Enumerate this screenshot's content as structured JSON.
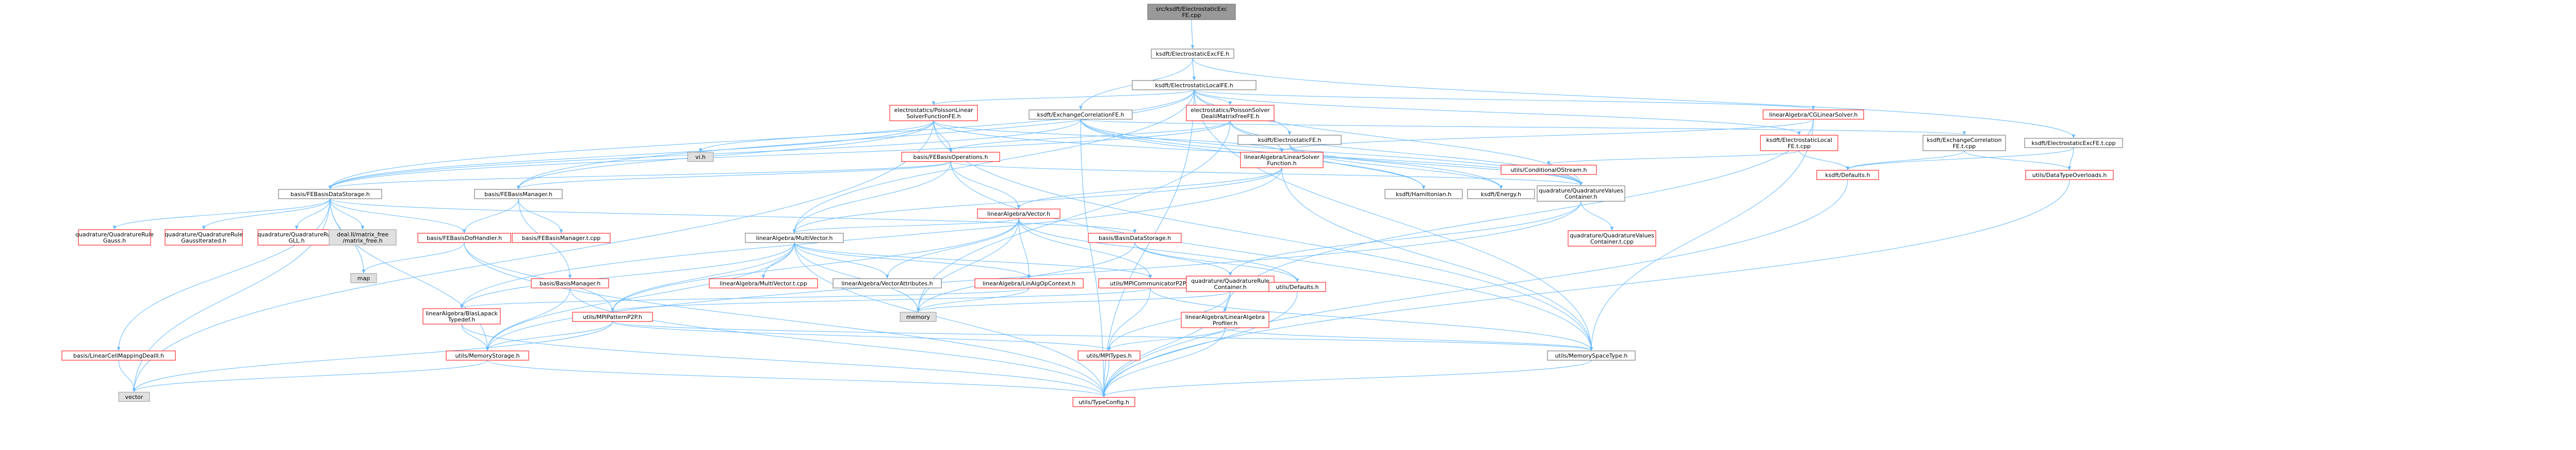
{
  "diagram": {
    "type": "include-dependency-graph",
    "colors": {
      "background": "#ffffff",
      "edge": "#63b8ff",
      "root_fill": "#999999",
      "root_stroke": "#666666",
      "normal_fill": "#ffffff",
      "normal_stroke": "#666666",
      "red_stroke": "#ff0000",
      "gray_fill": "#e0e0e0",
      "gray_stroke": "#999999",
      "text": "#000000"
    },
    "nodes": [
      {
        "id": "root",
        "lines": [
          "src/ksdft/ElectrostaticExc",
          "FE.cpp"
        ],
        "style": "root"
      },
      {
        "id": "excfe_h",
        "lines": [
          "ksdft/ElectrostaticExcFE.h"
        ],
        "style": "normal"
      },
      {
        "id": "localfe_h",
        "lines": [
          "ksdft/ElectrostaticLocalFE.h"
        ],
        "style": "normal"
      },
      {
        "id": "cglinear",
        "lines": [
          "linearAlgebra/CGLinearSolver.h"
        ],
        "style": "red"
      },
      {
        "id": "poissonlinear",
        "lines": [
          "electrostatics/PoissonLinear",
          "SolverFunctionFE.h"
        ],
        "style": "red"
      },
      {
        "id": "xcfe_h",
        "lines": [
          "ksdft/ExchangeCorrelationFE.h"
        ],
        "style": "normal"
      },
      {
        "id": "poissondealii",
        "lines": [
          "electrostatics/PoissonSolver",
          "DealiiMatrixFreeFE.h"
        ],
        "style": "red"
      },
      {
        "id": "localfe_tcpp",
        "lines": [
          "ksdft/ElectrostaticLocal",
          "FE.t.cpp"
        ],
        "style": "red"
      },
      {
        "id": "xcfe_tcpp",
        "lines": [
          "ksdft/ExchangeCorrelation",
          "FE.t.cpp"
        ],
        "style": "normal"
      },
      {
        "id": "excfe_tcpp",
        "lines": [
          "ksdft/ElectrostaticExcFE.t.cpp"
        ],
        "style": "normal"
      },
      {
        "id": "vi_h",
        "lines": [
          "vi.h"
        ],
        "style": "gray"
      },
      {
        "id": "febasisops",
        "lines": [
          "basis/FEBasisOperations.h"
        ],
        "style": "red"
      },
      {
        "id": "linearsolverfn",
        "lines": [
          "linearAlgebra/LinearSolver",
          "Function.h"
        ],
        "style": "red"
      },
      {
        "id": "electrostaticsfe",
        "lines": [
          "ksdft/ElectrostaticFE.h"
        ],
        "style": "normal"
      },
      {
        "id": "condostream",
        "lines": [
          "utils/ConditionalOStream.h"
        ],
        "style": "red"
      },
      {
        "id": "ksdft_defaults",
        "lines": [
          "ksdft/Defaults.h"
        ],
        "style": "red"
      },
      {
        "id": "datatypeoverloads",
        "lines": [
          "utils/DataTypeOverloads.h"
        ],
        "style": "red"
      },
      {
        "id": "febasisdatastorage",
        "lines": [
          "basis/FEBasisDataStorage.h"
        ],
        "style": "normal"
      },
      {
        "id": "febasismanager",
        "lines": [
          "basis/FEBasisManager.h"
        ],
        "style": "normal"
      },
      {
        "id": "hamiltonian",
        "lines": [
          "ksdft/Hamiltonian.h"
        ],
        "style": "normal"
      },
      {
        "id": "energy",
        "lines": [
          "ksdft/Energy.h"
        ],
        "style": "normal"
      },
      {
        "id": "quadvalues",
        "lines": [
          "quadrature/QuadratureValues",
          "Container.h"
        ],
        "style": "normal"
      },
      {
        "id": "la_vector",
        "lines": [
          "linearAlgebra/Vector.h"
        ],
        "style": "red"
      },
      {
        "id": "qr_gauss",
        "lines": [
          "quadrature/QuadratureRule",
          "Gauss.h"
        ],
        "style": "red"
      },
      {
        "id": "qr_gaussiterated",
        "lines": [
          "quadrature/QuadratureRule",
          "GaussIterated.h"
        ],
        "style": "red"
      },
      {
        "id": "qr_gll",
        "lines": [
          "quadrature/QuadratureRule",
          "GLL.h"
        ],
        "style": "red"
      },
      {
        "id": "dealii_mf",
        "lines": [
          "deal.II/matrix_free",
          "/matrix_free.h"
        ],
        "style": "gray"
      },
      {
        "id": "febasisdofhandler",
        "lines": [
          "basis/FEBasisDofHandler.h"
        ],
        "style": "red"
      },
      {
        "id": "febasismanager_tcpp",
        "lines": [
          "basis/FEBasisManager.t.cpp"
        ],
        "style": "red"
      },
      {
        "id": "la_multivector",
        "lines": [
          "linearAlgebra/MultiVector.h"
        ],
        "style": "normal"
      },
      {
        "id": "basisdatastorage",
        "lines": [
          "basis/BasisDataStorage.h"
        ],
        "style": "red"
      },
      {
        "id": "quadvalues_tcpp",
        "lines": [
          "quadrature/QuadratureValues",
          "Container.t.cpp"
        ],
        "style": "red"
      },
      {
        "id": "map",
        "lines": [
          "map"
        ],
        "style": "gray"
      },
      {
        "id": "basismanager",
        "lines": [
          "basis/BasisManager.h"
        ],
        "style": "red"
      },
      {
        "id": "la_multivector_tcpp",
        "lines": [
          "linearAlgebra/MultiVector.t.cpp"
        ],
        "style": "red"
      },
      {
        "id": "la_vectorattrs",
        "lines": [
          "linearAlgebra/VectorAttributes.h"
        ],
        "style": "normal"
      },
      {
        "id": "la_linalgopcontext",
        "lines": [
          "linearAlgebra/LinAlgOpContext.h"
        ],
        "style": "red"
      },
      {
        "id": "mpicommp2p",
        "lines": [
          "utils/MPICommunicatorP2P.h"
        ],
        "style": "red"
      },
      {
        "id": "qr_container",
        "lines": [
          "quadrature/QuadratureRule",
          "Container.h"
        ],
        "style": "red"
      },
      {
        "id": "utils_defaults",
        "lines": [
          "utils/Defaults.h"
        ],
        "style": "red"
      },
      {
        "id": "blaslapack",
        "lines": [
          "linearAlgebra/BlasLapack",
          "Typedef.h"
        ],
        "style": "red"
      },
      {
        "id": "mpipattern",
        "lines": [
          "utils/MPIPatternP2P.h"
        ],
        "style": "red"
      },
      {
        "id": "memory",
        "lines": [
          "memory"
        ],
        "style": "gray"
      },
      {
        "id": "la_profiler",
        "lines": [
          "linearAlgebra/LinearAlgebra",
          "Profiler.h"
        ],
        "style": "red"
      },
      {
        "id": "linearcellmapping",
        "lines": [
          "basis/LinearCellMappingDealII.h"
        ],
        "style": "red"
      },
      {
        "id": "memorystorage",
        "lines": [
          "utils/MemoryStorage.h"
        ],
        "style": "red"
      },
      {
        "id": "mpitypes",
        "lines": [
          "utils/MPITypes.h"
        ],
        "style": "red"
      },
      {
        "id": "memoryspacetype",
        "lines": [
          "utils/MemorySpaceType.h"
        ],
        "style": "normal"
      },
      {
        "id": "vector",
        "lines": [
          "vector"
        ],
        "style": "gray"
      },
      {
        "id": "typeconfig",
        "lines": [
          "utils/TypeConfig.h"
        ],
        "style": "red"
      }
    ],
    "edges": [
      [
        "root",
        "excfe_h"
      ],
      [
        "excfe_h",
        "localfe_h"
      ],
      [
        "excfe_h",
        "xcfe_h"
      ],
      [
        "excfe_h",
        "excfe_tcpp"
      ],
      [
        "localfe_h",
        "cglinear"
      ],
      [
        "localfe_h",
        "poissonlinear"
      ],
      [
        "localfe_h",
        "poissondealii"
      ],
      [
        "localfe_h",
        "localfe_tcpp"
      ],
      [
        "localfe_h",
        "electrostaticsfe"
      ],
      [
        "localfe_h",
        "febasisdatastorage"
      ],
      [
        "localfe_h",
        "febasismanager"
      ],
      [
        "localfe_h",
        "quadvalues"
      ],
      [
        "localfe_h",
        "memoryspacetype"
      ],
      [
        "localfe_h",
        "typeconfig"
      ],
      [
        "localfe_h",
        "la_multivector"
      ],
      [
        "cglinear",
        "linearsolverfn"
      ],
      [
        "cglinear",
        "la_profiler"
      ],
      [
        "cglinear",
        "memoryspacetype"
      ],
      [
        "poissonlinear",
        "vi_h"
      ],
      [
        "poissonlinear",
        "febasisops"
      ],
      [
        "poissonlinear",
        "linearsolverfn"
      ],
      [
        "poissonlinear",
        "febasisdatastorage"
      ],
      [
        "poissonlinear",
        "febasismanager"
      ],
      [
        "poissonlinear",
        "quadvalues"
      ],
      [
        "poissonlinear",
        "memoryspacetype"
      ],
      [
        "poissonlinear",
        "vector"
      ],
      [
        "xcfe_h",
        "xcfe_tcpp"
      ],
      [
        "xcfe_h",
        "febasisdatastorage"
      ],
      [
        "xcfe_h",
        "hamiltonian"
      ],
      [
        "xcfe_h",
        "energy"
      ],
      [
        "xcfe_h",
        "quadvalues"
      ],
      [
        "xcfe_h",
        "typeconfig"
      ],
      [
        "poissondealii",
        "febasisops"
      ],
      [
        "poissondealii",
        "linearsolverfn"
      ],
      [
        "poissondealii",
        "memory"
      ],
      [
        "poissondealii",
        "febasisdatastorage"
      ],
      [
        "poissondealii",
        "quadvalues"
      ],
      [
        "localfe_tcpp",
        "condostream"
      ],
      [
        "localfe_tcpp",
        "ksdft_defaults"
      ],
      [
        "xcfe_tcpp",
        "ksdft_defaults"
      ],
      [
        "xcfe_tcpp",
        "datatypeoverloads"
      ],
      [
        "excfe_tcpp",
        "ksdft_defaults"
      ],
      [
        "excfe_tcpp",
        "datatypeoverloads"
      ],
      [
        "febasisops",
        "febasisdatastorage"
      ],
      [
        "febasisops",
        "febasismanager"
      ],
      [
        "febasisops",
        "la_vector"
      ],
      [
        "febasisops",
        "la_multivector"
      ],
      [
        "febasisops",
        "quadvalues"
      ],
      [
        "febasisops",
        "memoryspacetype"
      ],
      [
        "linearsolverfn",
        "la_vector"
      ],
      [
        "linearsolverfn",
        "la_multivector"
      ],
      [
        "linearsolverfn",
        "blaslapack"
      ],
      [
        "linearsolverfn",
        "memoryspacetype"
      ],
      [
        "electrostaticsfe",
        "hamiltonian"
      ],
      [
        "electrostaticsfe",
        "energy"
      ],
      [
        "electrostaticsfe",
        "quadvalues"
      ],
      [
        "ksdft_defaults",
        "typeconfig"
      ],
      [
        "datatypeoverloads",
        "typeconfig"
      ],
      [
        "febasisdatastorage",
        "qr_gauss"
      ],
      [
        "febasisdatastorage",
        "qr_gaussiterated"
      ],
      [
        "febasisdatastorage",
        "qr_gll"
      ],
      [
        "febasisdatastorage",
        "dealii_mf"
      ],
      [
        "febasisdatastorage",
        "febasisdofhandler"
      ],
      [
        "febasisdatastorage",
        "basisdatastorage"
      ],
      [
        "febasisdatastorage",
        "map"
      ],
      [
        "febasisdatastorage",
        "linearcellmapping"
      ],
      [
        "febasisdatastorage",
        "vector"
      ],
      [
        "febasisdatastorage",
        "memorystorage"
      ],
      [
        "febasismanager",
        "febasisdofhandler"
      ],
      [
        "febasismanager",
        "febasismanager_tcpp"
      ],
      [
        "febasismanager",
        "basismanager"
      ],
      [
        "quadvalues",
        "qr_container"
      ],
      [
        "quadvalues",
        "quadvalues_tcpp"
      ],
      [
        "quadvalues",
        "memorystorage"
      ],
      [
        "la_vector",
        "la_multivector"
      ],
      [
        "la_vector",
        "la_vectorattrs"
      ],
      [
        "la_vector",
        "la_linalgopcontext"
      ],
      [
        "la_vector",
        "mpicommp2p"
      ],
      [
        "la_vector",
        "mpipattern"
      ],
      [
        "la_vector",
        "memory"
      ],
      [
        "la_vector",
        "utils_defaults"
      ],
      [
        "la_multivector",
        "la_multivector_tcpp"
      ],
      [
        "la_multivector",
        "la_vectorattrs"
      ],
      [
        "la_multivector",
        "la_linalgopcontext"
      ],
      [
        "la_multivector",
        "mpicommp2p"
      ],
      [
        "la_multivector",
        "mpipattern"
      ],
      [
        "la_multivector",
        "memory"
      ],
      [
        "la_multivector",
        "blaslapack"
      ],
      [
        "la_multivector",
        "memorystorage"
      ],
      [
        "la_multivector",
        "typeconfig"
      ],
      [
        "febasisdofhandler",
        "map"
      ],
      [
        "febasisdofhandler",
        "mpipattern"
      ],
      [
        "febasisdofhandler",
        "typeconfig"
      ],
      [
        "basisdatastorage",
        "qr_container"
      ],
      [
        "basisdatastorage",
        "utils_defaults"
      ],
      [
        "basisdatastorage",
        "memory"
      ],
      [
        "basismanager",
        "memorystorage"
      ],
      [
        "basismanager",
        "typeconfig"
      ],
      [
        "la_linalgopcontext",
        "blaslapack"
      ],
      [
        "la_linalgopcontext",
        "memory"
      ],
      [
        "mpicommp2p",
        "mpipattern"
      ],
      [
        "mpicommp2p",
        "mpitypes"
      ],
      [
        "mpicommp2p",
        "memoryspacetype"
      ],
      [
        "qr_container",
        "memory"
      ],
      [
        "qr_container",
        "typeconfig"
      ],
      [
        "qr_container",
        "mpitypes"
      ],
      [
        "utils_defaults",
        "typeconfig"
      ],
      [
        "blaslapack",
        "memorystorage"
      ],
      [
        "blaslapack",
        "typeconfig"
      ],
      [
        "mpipattern",
        "memorystorage"
      ],
      [
        "mpipattern",
        "mpitypes"
      ],
      [
        "mpipattern",
        "vector"
      ],
      [
        "mpipattern",
        "memoryspacetype"
      ],
      [
        "la_profiler",
        "mpitypes"
      ],
      [
        "la_profiler",
        "typeconfig"
      ],
      [
        "la_profiler",
        "memoryspacetype"
      ],
      [
        "linearcellmapping",
        "vector"
      ],
      [
        "memorystorage",
        "vector"
      ],
      [
        "memorystorage",
        "typeconfig"
      ],
      [
        "mpitypes",
        "typeconfig"
      ],
      [
        "memoryspacetype",
        "typeconfig"
      ]
    ]
  }
}
